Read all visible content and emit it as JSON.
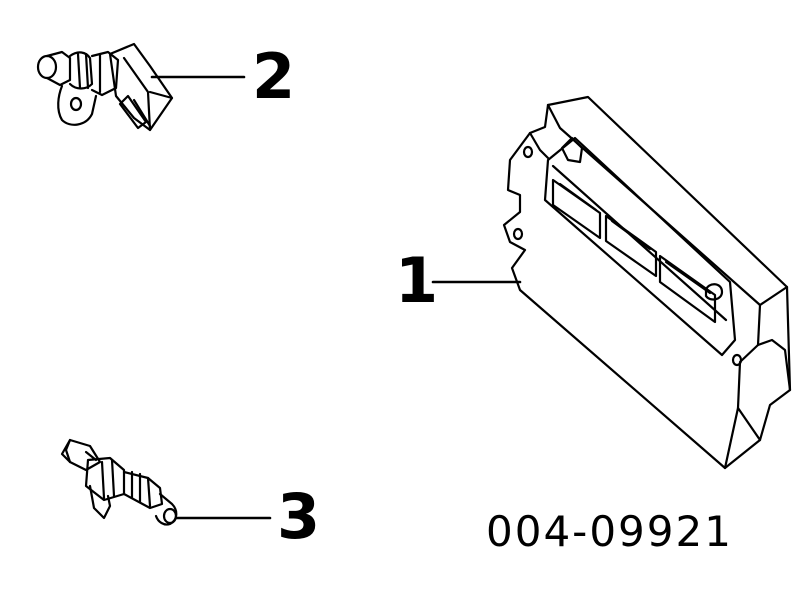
{
  "callouts": {
    "part_1": "1",
    "part_2": "2",
    "part_3": "3"
  },
  "reference_code": "004-09921",
  "colors": {
    "line": "#000000",
    "background": "#ffffff"
  }
}
